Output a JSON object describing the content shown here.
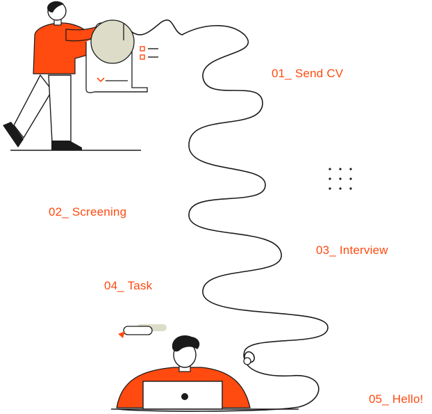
{
  "colors": {
    "accent": "#ff4a10",
    "ink": "#1a1a1a",
    "sage": "#dcdcc8",
    "paper": "#ffffff"
  },
  "steps": [
    {
      "label": "01_ Send CV"
    },
    {
      "label": "02_ Screening"
    },
    {
      "label": "03_ Interview"
    },
    {
      "label": "04_ Task"
    },
    {
      "label": "05_ Hello!"
    }
  ],
  "icons": [
    "person-with-cv-illustration",
    "person-at-laptop-illustration",
    "dot-grid-icon",
    "checklist-icon",
    "chat-bubble-icon",
    "path-line"
  ]
}
